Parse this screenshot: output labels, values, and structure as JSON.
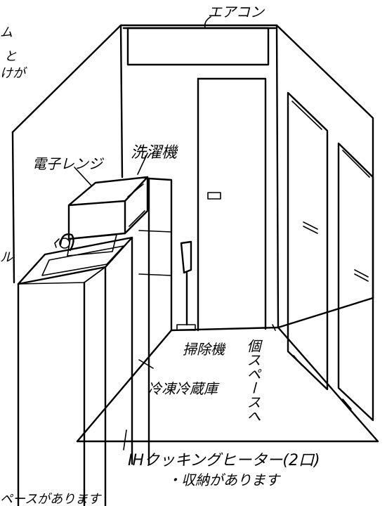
{
  "labels": {
    "aircon": "エアコン",
    "microwave": "電子レンジ",
    "washer": "洗濯機",
    "vacuum": "掃除機",
    "fridge": "冷凍冷蔵庫",
    "private_space": "個スペースへ",
    "ih_heater": "IHクッキングヒーター(2口)",
    "storage": "・収納があります",
    "bottom_edge": "ペースがあります",
    "edge_mu": "ム",
    "edge_to": "と",
    "edge_kega": "けが",
    "edge_ru": "ル"
  }
}
